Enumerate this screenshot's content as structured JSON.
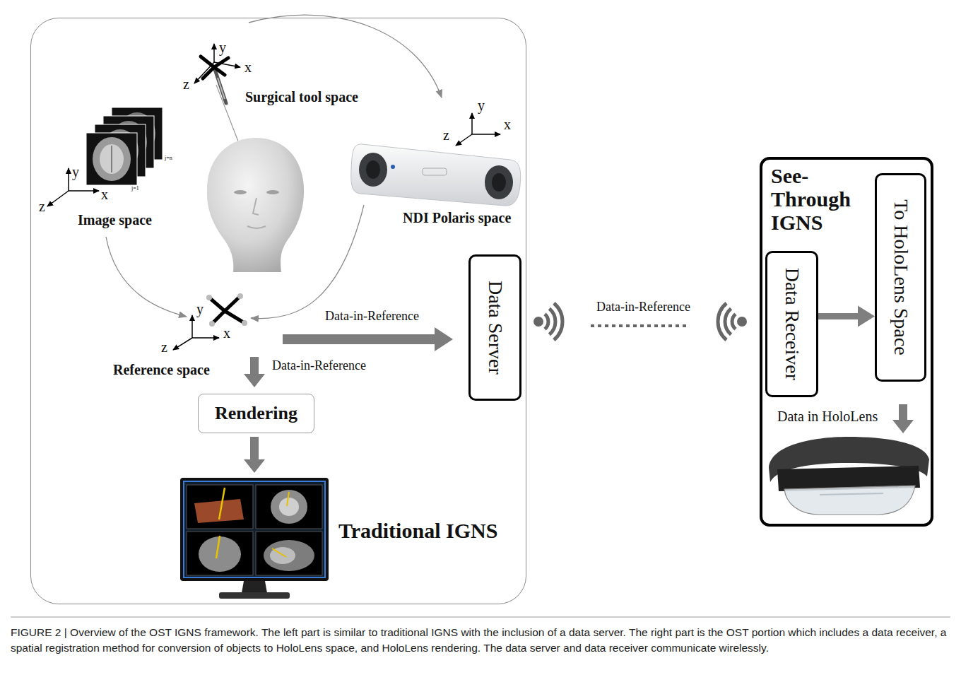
{
  "diagram": {
    "caption": "FIGURE 2 | Overview of the OST IGNS framework. The left part is similar to traditional IGNS with the inclusion of a data server. The right part is the OST portion which includes a data receiver, a spatial registration method for conversion of objects to HoloLens space, and HoloLens rendering. The data server and data receiver communicate wirelessly.",
    "nodes": [
      {
        "text": [
          "Traditional IGNS"
        ]
      },
      {
        "text": [
          "Rendering"
        ],
        "in": 0
      },
      {
        "text": [
          "Data Server"
        ],
        "in": 0
      },
      {
        "text": [
          "See-Through IGNS"
        ]
      },
      {
        "text": [
          "Data Receiver"
        ],
        "in": 3
      },
      {
        "text": [
          "To HoloLens Space"
        ],
        "in": 3
      }
    ],
    "edges": [
      {
        "from": 2,
        "to": 4,
        "label": "Data-in-Reference",
        "arrow": "none"
      },
      {
        "from": 4,
        "to": 5,
        "arrow": "to"
      }
    ],
    "labels": [
      "y",
      "x",
      "z",
      "Surgical tool space",
      "j=n",
      "j=1",
      "y",
      "x",
      "z",
      "Image space",
      "y",
      "x",
      "z",
      "NDI Polaris space",
      "y",
      "x",
      "z",
      "Reference space",
      "Data-in-Reference",
      "Data-in-Reference",
      "Data in HoloLens"
    ]
  }
}
